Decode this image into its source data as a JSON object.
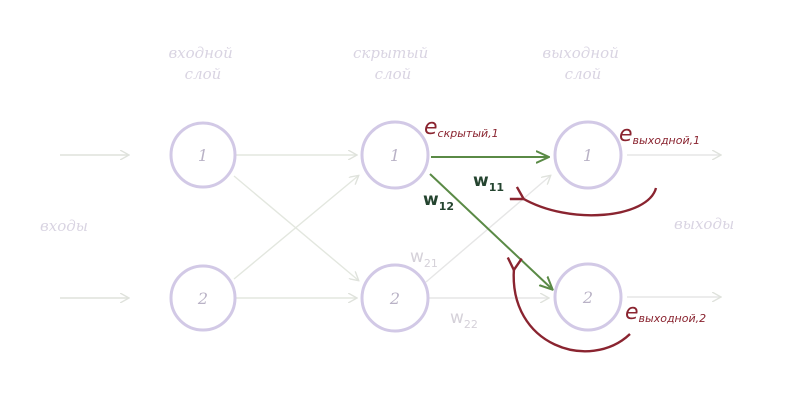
{
  "layers": {
    "input": "входной\nслой",
    "hidden": "скрытый\nслой",
    "output": "выходной\nслой"
  },
  "side_labels": {
    "inputs": "входы",
    "outputs": "выходы"
  },
  "nodes": {
    "input_1": "1",
    "input_2": "2",
    "hidden_1": "1",
    "hidden_2": "2",
    "output_1": "1",
    "output_2": "2"
  },
  "weights": {
    "w11": {
      "base": "w",
      "sub": "11"
    },
    "w12": {
      "base": "w",
      "sub": "12"
    },
    "w21": {
      "base": "w",
      "sub": "21"
    },
    "w22": {
      "base": "w",
      "sub": "22"
    }
  },
  "errors": {
    "hidden_1": {
      "base": "e",
      "sub": "скрытый,1"
    },
    "output_1": {
      "base": "e",
      "sub": "выходной,1"
    },
    "output_2": {
      "base": "e",
      "sub": "выходной,2"
    }
  },
  "colors": {
    "node_stroke": "#d2c9e6",
    "faint_arrow": "#e2e5df",
    "weight_arrow": "#5a8a46",
    "error_arrow": "#8a2430",
    "weight_text": "#24442f",
    "error_text": "#8a2430"
  }
}
